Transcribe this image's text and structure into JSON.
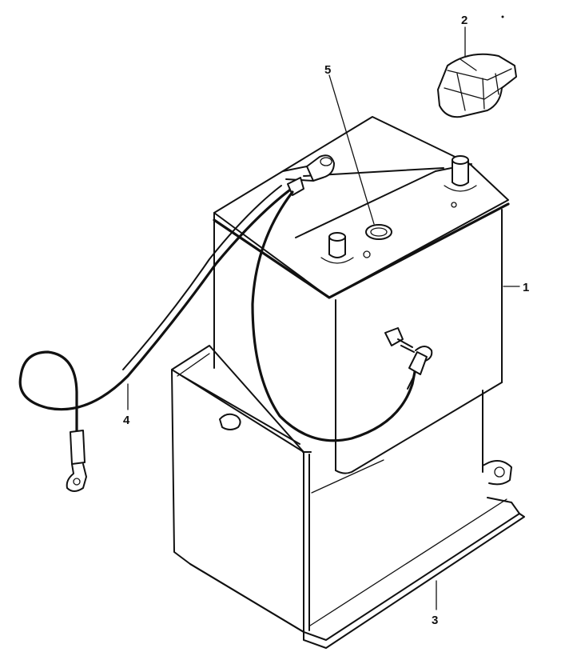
{
  "callouts": {
    "part1": "1",
    "part2": "2",
    "part3": "3",
    "part4": "4",
    "part5": "5"
  },
  "colors": {
    "line": "#111111",
    "background": "#ffffff"
  }
}
